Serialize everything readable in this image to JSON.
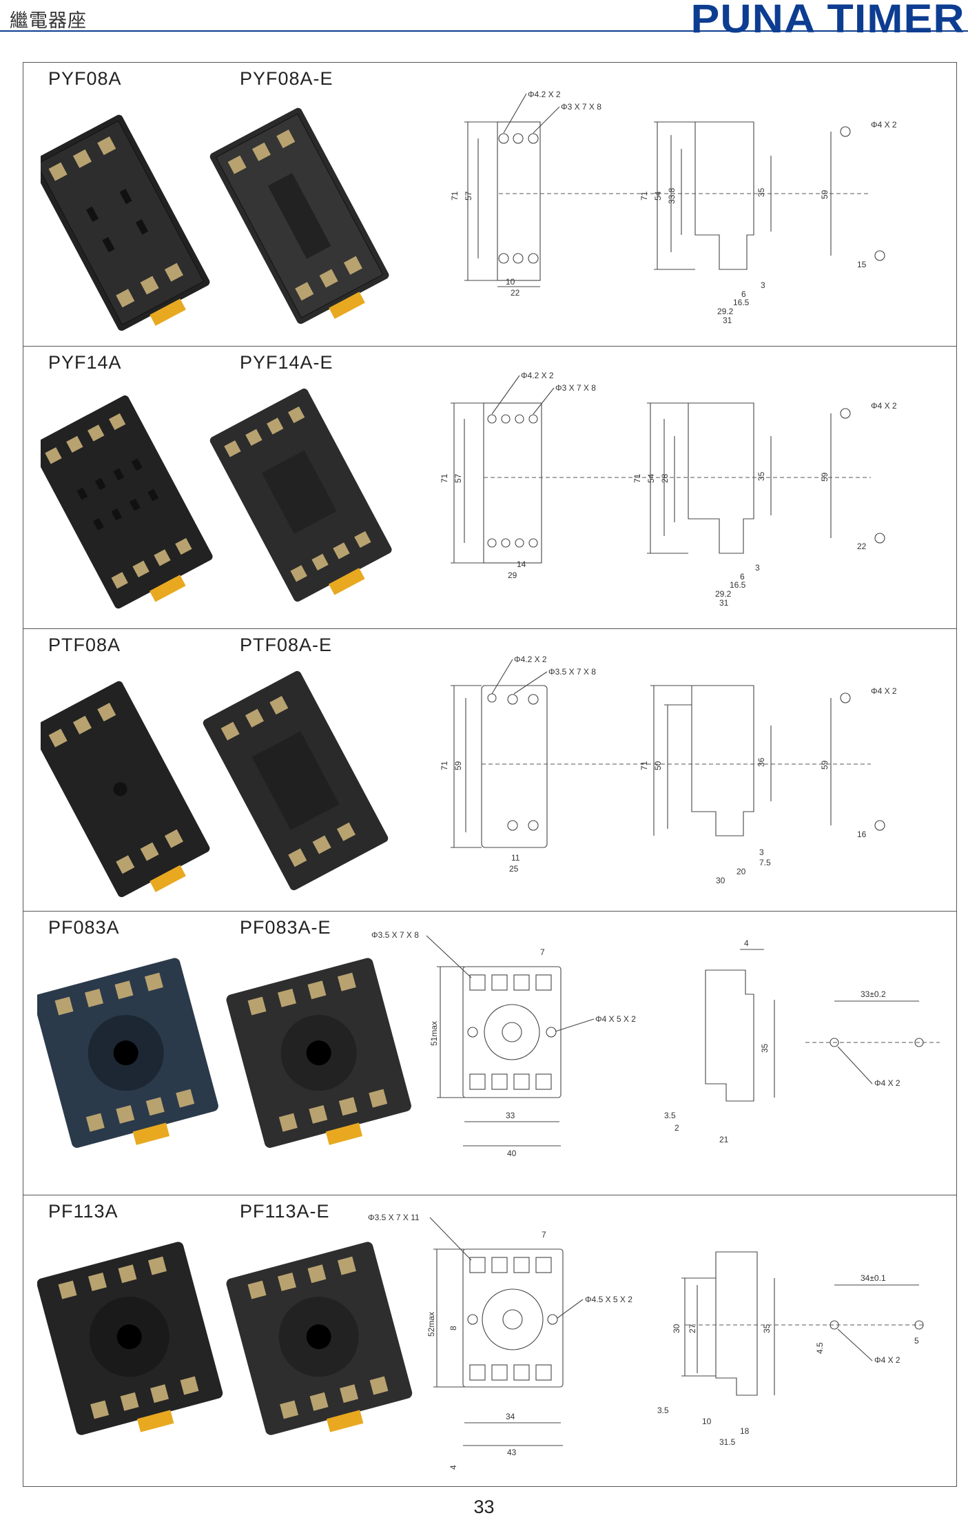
{
  "header": {
    "category": "繼電器座",
    "brand": "PUNA   TIMER",
    "brand_color": "#0d3d91"
  },
  "rows": [
    {
      "model_a": "PYF08A",
      "model_e": "PYF08A-E",
      "front": {
        "hole": "Φ4.2 X 2",
        "screw": "Φ3 X 7 X 8",
        "h1": "71",
        "h2": "57",
        "w1": "10",
        "w2": "22"
      },
      "side": {
        "h1": "71",
        "h2": "54",
        "h3": "33.8",
        "h4": "35",
        "d1": "3",
        "d2": "6",
        "d3": "16.5",
        "d4": "29.2",
        "d5": "31"
      },
      "mount": {
        "hole": "Φ4 X 2",
        "h": "59",
        "w": "15"
      }
    },
    {
      "model_a": "PYF14A",
      "model_e": "PYF14A-E",
      "front": {
        "hole": "Φ4.2 X 2",
        "screw": "Φ3 X 7 X 8",
        "h1": "71",
        "h2": "57",
        "w1": "14",
        "w2": "29"
      },
      "side": {
        "h1": "71",
        "h2": "54",
        "h3": "28",
        "h4": "35",
        "d1": "3",
        "d2": "6",
        "d3": "16.5",
        "d4": "29.2",
        "d5": "31"
      },
      "mount": {
        "hole": "Φ4 X 2",
        "h": "59",
        "w": "22"
      }
    },
    {
      "model_a": "PTF08A",
      "model_e": "PTF08A-E",
      "front": {
        "hole": "Φ4.2 X 2",
        "screw": "Φ3.5 X 7 X 8",
        "h1": "71",
        "h2": "59",
        "w1": "11",
        "w2": "25"
      },
      "side": {
        "h1": "71",
        "h2": "50",
        "h4": "36",
        "d1": "3",
        "d2": "7.5",
        "d3": "20",
        "d5": "30"
      },
      "mount": {
        "hole": "Φ4 X 2",
        "h": "59",
        "w": "16"
      }
    },
    {
      "model_a": "PF083A",
      "model_e": "PF083A-E",
      "front": {
        "screw": "Φ3.5 X 7 X 8",
        "hole": "Φ4 X 5 X 2",
        "pitch": "7",
        "h": "51max",
        "w1": "33",
        "w2": "40"
      },
      "side": {
        "top": "4",
        "h": "35",
        "d1": "3.5",
        "d2": "2",
        "d3": "21"
      },
      "mount": {
        "w": "33±0.2",
        "hole": "Φ4 X 2"
      }
    },
    {
      "model_a": "PF113A",
      "model_e": "PF113A-E",
      "front": {
        "screw": "Φ3.5 X 7 X 11",
        "hole": "Φ4.5 X 5 X 2",
        "pitch": "7",
        "h": "52max",
        "h2": "8",
        "h3": "4",
        "w1": "34",
        "w2": "43"
      },
      "side": {
        "h1": "30",
        "h2": "27",
        "h3": "35",
        "d1": "3.5",
        "d2": "10",
        "d3": "18",
        "d4": "31.5"
      },
      "mount": {
        "w": "34±0.1",
        "hole": "Φ4 X 2",
        "h": "4.5",
        "d": "5"
      }
    }
  ],
  "page_number": "33"
}
